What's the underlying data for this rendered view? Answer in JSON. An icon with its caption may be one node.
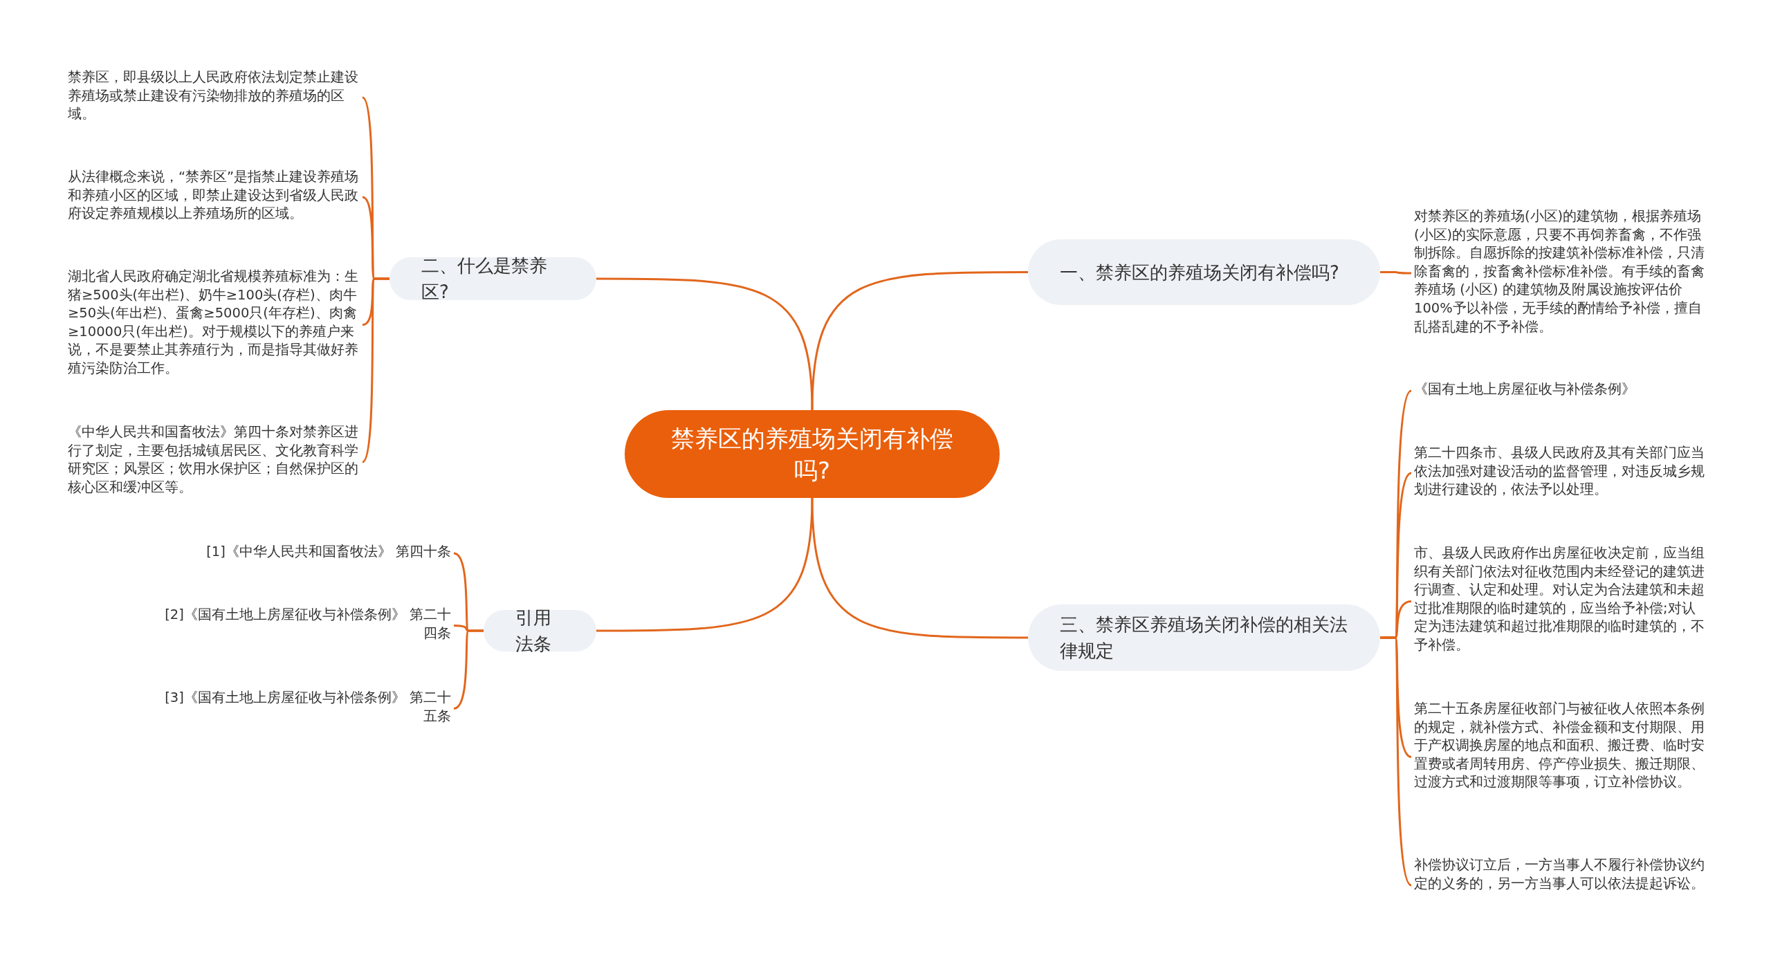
{
  "diagram": {
    "nodes": [
      {
        "text": [
          "禁养区的养殖场关闭有补偿吗?"
        ]
      },
      {
        "text": [
          "一、禁养区的养殖场关闭有补偿吗?"
        ]
      },
      {
        "text": [
          "对禁养区的养殖场(小区)的建筑物，根据养殖场(小区)的实际意愿，只要不再饲养畜禽，不作强制拆除。自愿拆除的按建筑补偿标准补偿，只清除畜禽的，按畜禽补偿标准补偿。有手续的畜禽养殖场 (小区) 的建筑物及附属设施按评估价100%予以补偿，无手续的酌情给予补偿，擅自乱搭乱建的不予补偿。"
        ]
      },
      {
        "text": [
          "三、禁养区养殖场关闭补偿的相关法律规定"
        ]
      },
      {
        "text": [
          "《国有土地上房屋征收与补偿条例》"
        ]
      },
      {
        "text": [
          "第二十四条市、县级人民政府及其有关部门应当依法加强对建设活动的监督管理，对违反城乡规划进行建设的，依法予以处理。"
        ]
      },
      {
        "text": [
          "市、县级人民政府作出房屋征收决定前，应当组织有关部门依法对征收范围内未经登记的建筑进行调查、认定和处理。对认定为合法建筑和未超过批准期限的临时建筑的，应当给予补偿;对认定为违法建筑和超过批准期限的临时建筑的，不予补偿。"
        ]
      },
      {
        "text": [
          "第二十五条房屋征收部门与被征收人依照本条例的规定，就补偿方式、补偿金额和支付期限、用于产权调换房屋的地点和面积、搬迁费、临时安置费或者周转用房、停产停业损失、搬迁期限、过渡方式和过渡期限等事项，订立补偿协议。"
        ]
      },
      {
        "text": [
          "补偿协议订立后，一方当事人不履行补偿协议约定的义务的，另一方当事人可以依法提起诉讼。"
        ]
      },
      {
        "text": [
          "二、什么是禁养区?"
        ]
      },
      {
        "text": [
          "禁养区，即县级以上人民政府依法划定禁止建设养殖场或禁止建设有污染物排放的养殖场的区域。"
        ]
      },
      {
        "text": [
          "从法律概念来说，“禁养区”是指禁止建设养殖场和养殖小区的区域，即禁止建设达到省级人民政府设定养殖规模以上养殖场所的区域。"
        ]
      },
      {
        "text": [
          "湖北省人民政府确定湖北省规模养殖标准为：生猪≥500头(年出栏)、奶牛≥100头(存栏)、肉牛≥50头(年出栏)、蛋禽≥5000只(年存栏)、肉禽≥10000只(年出栏)。对于规模以下的养殖户来说，不是要禁止其养殖行为，而是指导其做好养殖污染防治工作。"
        ]
      },
      {
        "text": [
          "《中华人民共和国畜牧法》第四十条对禁养区进行了划定，主要包括城镇居民区、文化教育科学研究区；风景区；饮用水保护区；自然保护区的核心区和缓冲区等。"
        ]
      },
      {
        "text": [
          "引用法条"
        ]
      },
      {
        "text": [
          "[1]《中华人民共和国畜牧法》 第四十条"
        ]
      },
      {
        "text": [
          "[2]《国有土地上房屋征收与补偿条例》 第二十四条"
        ]
      },
      {
        "text": [
          "[3]《国有土地上房屋征收与补偿条例》 第二十五条"
        ]
      }
    ],
    "edges": [
      {
        "from": 0,
        "to": 1,
        "arrow": "none"
      },
      {
        "from": 1,
        "to": 2,
        "arrow": "none"
      },
      {
        "from": 0,
        "to": 3,
        "arrow": "none"
      },
      {
        "from": 3,
        "to": 4,
        "arrow": "none"
      },
      {
        "from": 3,
        "to": 5,
        "arrow": "none"
      },
      {
        "from": 3,
        "to": 6,
        "arrow": "none"
      },
      {
        "from": 3,
        "to": 7,
        "arrow": "none"
      },
      {
        "from": 3,
        "to": 8,
        "arrow": "none"
      },
      {
        "from": 0,
        "to": 9,
        "arrow": "none"
      },
      {
        "from": 9,
        "to": 10,
        "arrow": "none"
      },
      {
        "from": 9,
        "to": 11,
        "arrow": "none"
      },
      {
        "from": 9,
        "to": 12,
        "arrow": "none"
      },
      {
        "from": 9,
        "to": 13,
        "arrow": "none"
      },
      {
        "from": 0,
        "to": 14,
        "arrow": "none"
      },
      {
        "from": 14,
        "to": 15,
        "arrow": "none"
      },
      {
        "from": 14,
        "to": 16,
        "arrow": "none"
      },
      {
        "from": 14,
        "to": 17,
        "arrow": "none"
      }
    ]
  }
}
